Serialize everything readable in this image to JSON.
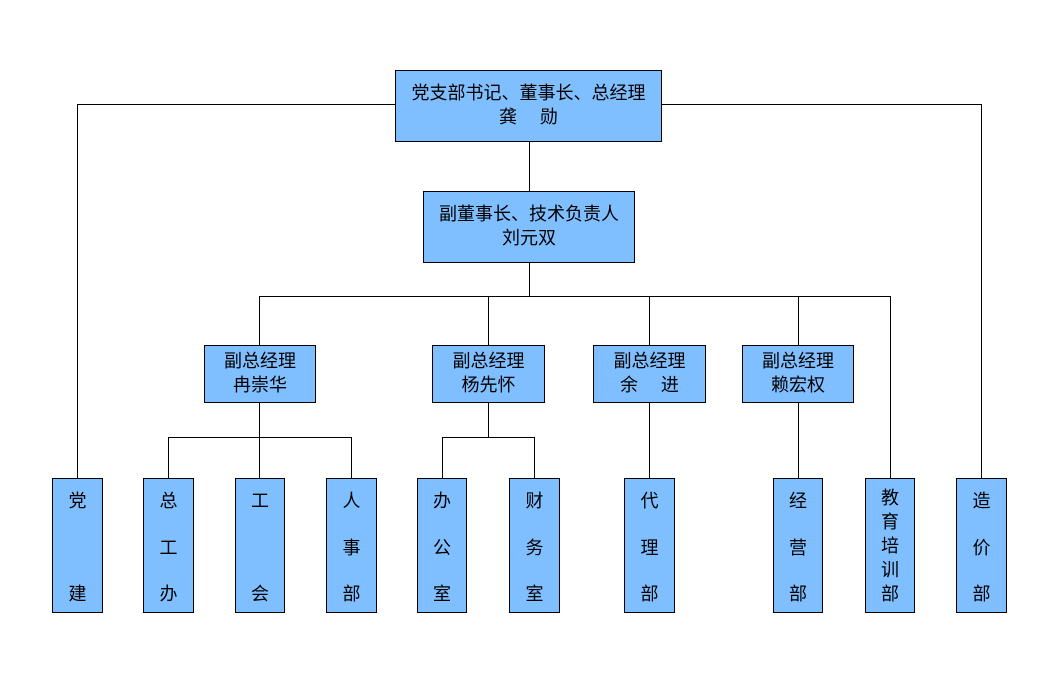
{
  "top": {
    "line1": "党支部书记、董事长、总经理",
    "line2": "龚    勋"
  },
  "second": {
    "line1": "副董事长、技术负责人",
    "line2": "刘元双"
  },
  "vps": [
    {
      "title": "副总经理",
      "name": "冉崇华"
    },
    {
      "title": "副总经理",
      "name": "杨先怀"
    },
    {
      "title": "副总经理",
      "name": "余    进"
    },
    {
      "title": "副总经理",
      "name": "赖宏权"
    }
  ],
  "departments": [
    {
      "chars": [
        "党",
        "建"
      ]
    },
    {
      "chars": [
        "总",
        "工",
        "办"
      ]
    },
    {
      "chars": [
        "工",
        "会"
      ]
    },
    {
      "chars": [
        "人",
        "事",
        "部"
      ]
    },
    {
      "chars": [
        "办",
        "公",
        "室"
      ]
    },
    {
      "chars": [
        "财",
        "务",
        "室"
      ]
    },
    {
      "chars": [
        "代",
        "理",
        "部"
      ]
    },
    {
      "chars": [
        "经",
        "营",
        "部"
      ]
    },
    {
      "chars": [
        "教",
        "育",
        "培",
        "训",
        "部"
      ]
    },
    {
      "chars": [
        "造",
        "价",
        "部"
      ]
    }
  ],
  "colors": {
    "box_fill": "#80bfff",
    "line": "#000000"
  }
}
